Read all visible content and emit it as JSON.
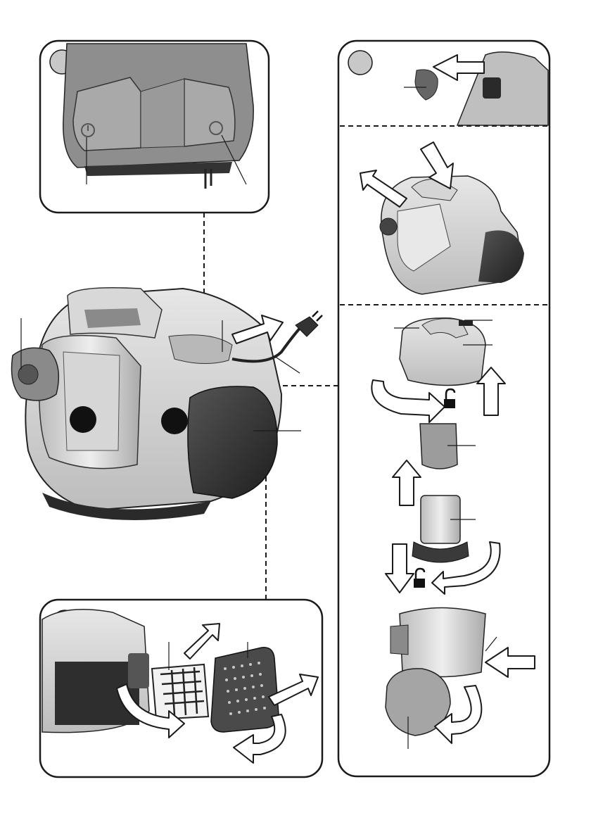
{
  "figure": {
    "panels": [
      {
        "id": "top-left-detail",
        "badge_text": ""
      },
      {
        "id": "top-right-detail",
        "badge_text": ""
      },
      {
        "id": "bottom-left-detail",
        "badge_text": ""
      }
    ],
    "callout_labels": [],
    "lock_icon": "open-padlock-icon"
  },
  "colors": {
    "outline": "#1a1a1a",
    "body_light": "#d9d9d9",
    "body_mid": "#a8a8a8",
    "body_dark": "#3a3a3a",
    "badge_gray": "#c8c8c8"
  }
}
